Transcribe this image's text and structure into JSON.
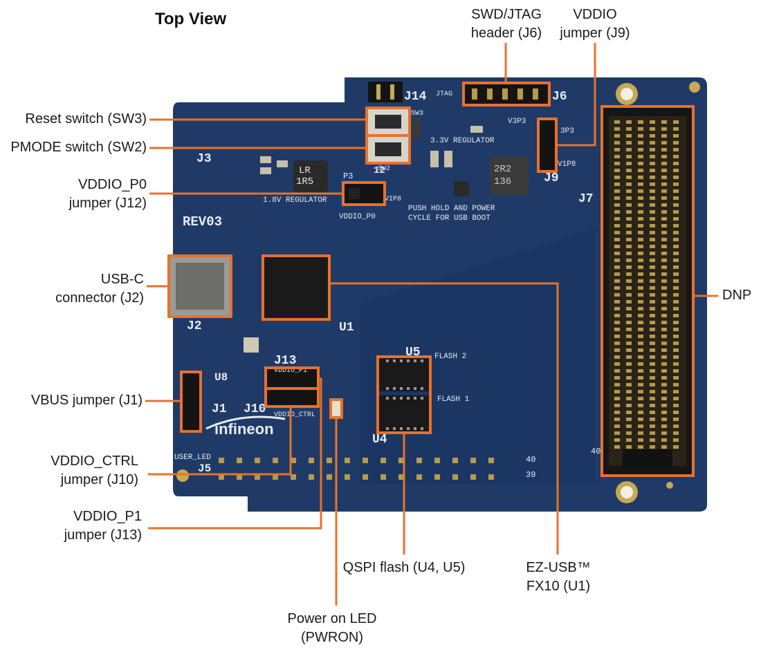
{
  "title": "Top View",
  "colors": {
    "leader": "#e8712b",
    "pcb": "#1f3a66",
    "pcb_dark": "#152b4f",
    "silk": "#e8edf5",
    "connector": "#1b1b1b",
    "pad": "#b99a4a"
  },
  "callouts": {
    "swd_jtag": [
      "SWD/JTAG",
      "header (J6)"
    ],
    "vddio_j9": [
      "VDDIO",
      "jumper (J9)"
    ],
    "reset": [
      "Reset switch (SW3)"
    ],
    "pmode": [
      "PMODE switch (SW2)"
    ],
    "vddio_p0": [
      "VDDIO_P0",
      "jumper (J12)"
    ],
    "usbc": [
      "USB-C",
      "connector (J2)"
    ],
    "dnp": [
      "DNP"
    ],
    "vbus": [
      "VBUS jumper (J1)"
    ],
    "vddio_ctrl": [
      "VDDIO_CTRL",
      "jumper (J10)"
    ],
    "vddio_p1": [
      "VDDIO_P1",
      "jumper (J13)"
    ],
    "qspi": [
      "QSPI flash (U4, U5)"
    ],
    "ezusb": [
      "EZ-USB™",
      "FX10 (U1)"
    ],
    "pwron": [
      "Power on LED",
      "(PWRON)"
    ]
  },
  "board": {
    "rev": "REV03",
    "brand": "infineon",
    "refs": {
      "j14": "J14",
      "j6": "J6",
      "j3": "J3",
      "j9": "J9",
      "j7": "J7",
      "j2": "J2",
      "u1": "U1",
      "u5": "U5",
      "u4": "U4",
      "u8": "U8",
      "j1": "J1",
      "j10": "J10",
      "j13": "J13",
      "j5": "J5",
      "sw3": "SW3",
      "sw2": "SW2",
      "p3": "P3",
      "vip8": "VIP8",
      "n12": "12",
      "v3p3": "V3P3",
      "n3p3": "3P3",
      "v1p8": "V1P8",
      "n40a": "40",
      "n40b": "40",
      "n39": "39",
      "jtag": "JTAG"
    },
    "silk": {
      "reg18": "1.8V REGULATOR",
      "reg33": "3.3V REGULATOR",
      "push1": "PUSH HOLD AND POWER",
      "push2": "CYCLE FOR USB BOOT",
      "vddio_p0": "VDDIO_P0",
      "vddio_p1": "VDDIO_P1",
      "vddio_ctrl": "VDDIO_CTRL",
      "flash2": "FLASH 2",
      "flash1": "FLASH 1",
      "user_led": "USER_LED",
      "lr1": "LR",
      "lr2": "1R5",
      "ind1": "2R2",
      "ind2": "136"
    }
  }
}
